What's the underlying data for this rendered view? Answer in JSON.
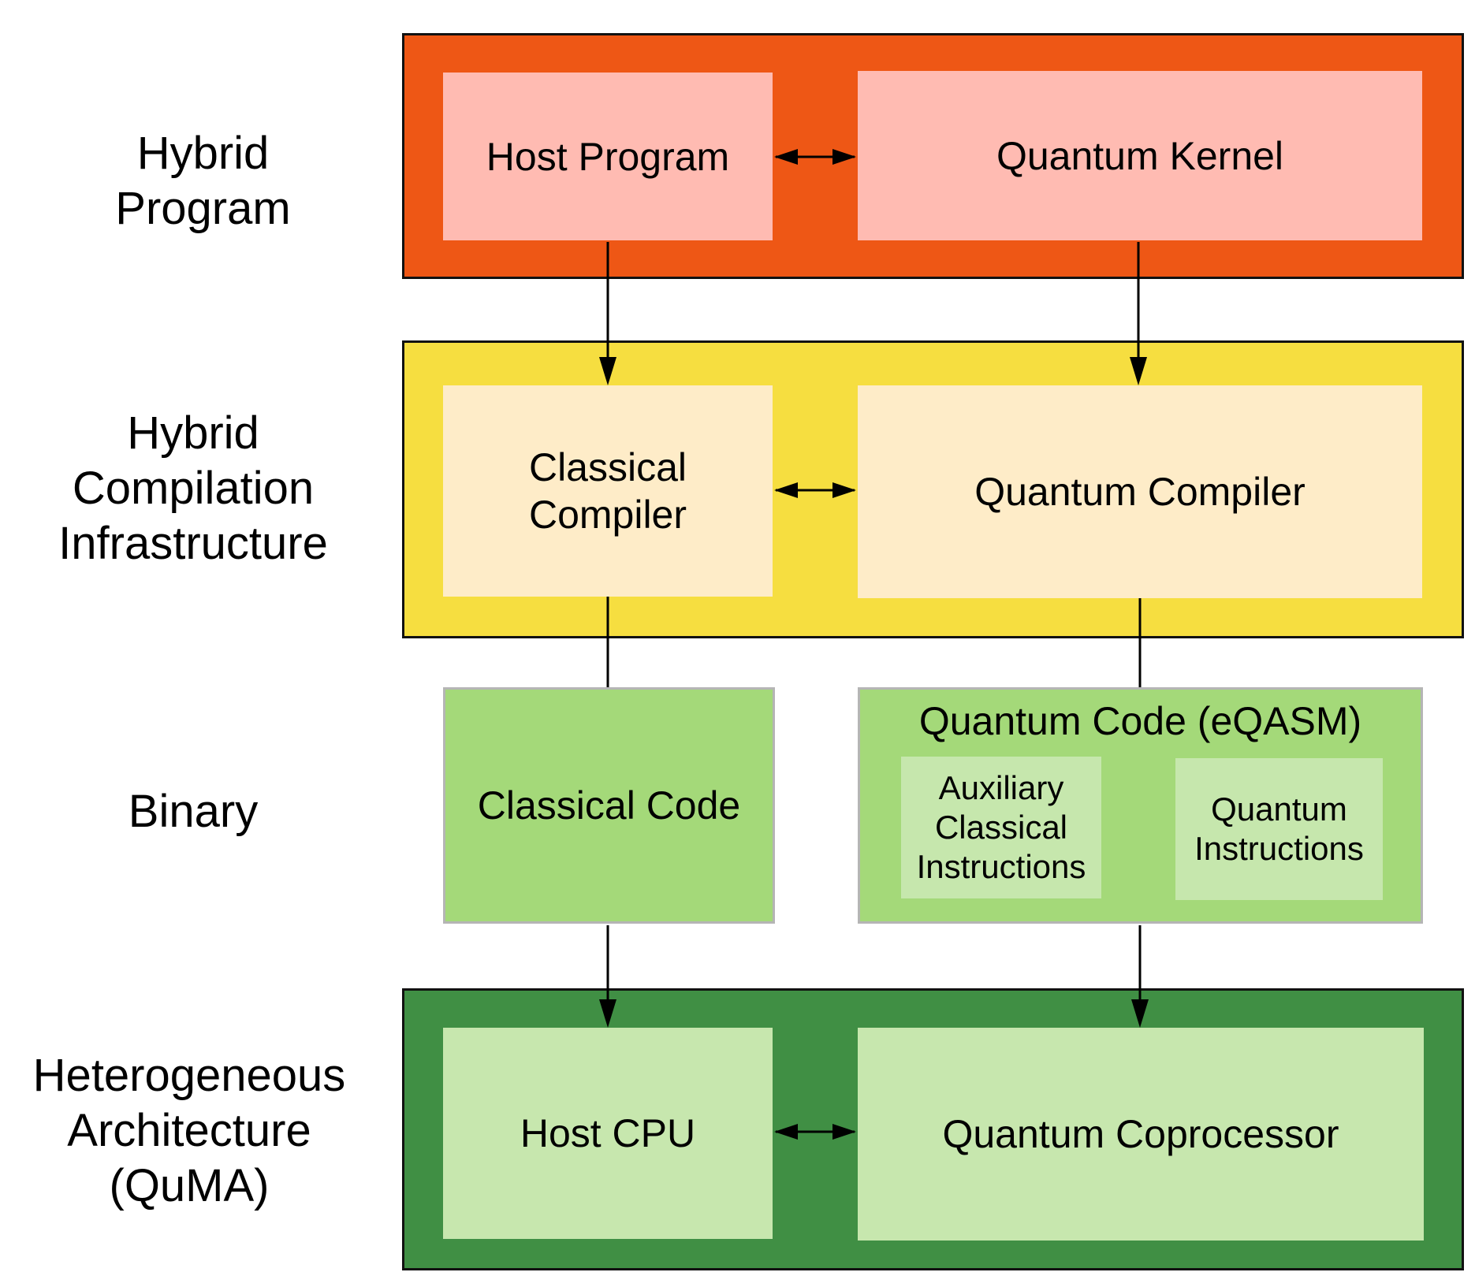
{
  "layer_labels": {
    "hybrid_program": [
      "Hybrid",
      "Program"
    ],
    "compilation": [
      "Hybrid",
      "Compilation",
      "Infrastructure"
    ],
    "binary": [
      "Binary"
    ],
    "architecture": [
      "Heterogeneous",
      "Architecture",
      "(QuMA)"
    ]
  },
  "hybrid_program": {
    "host_program": "Host Program",
    "quantum_kernel": "Quantum Kernel"
  },
  "compilation": {
    "classical_compiler": [
      "Classical",
      "Compiler"
    ],
    "quantum_compiler": "Quantum Compiler"
  },
  "binary": {
    "classical_code": "Classical Code",
    "quantum_code_title": "Quantum Code (eQASM)",
    "auxiliary": [
      "Auxiliary",
      "Classical",
      "Instructions"
    ],
    "quantum_instructions": [
      "Quantum",
      "Instructions"
    ]
  },
  "architecture": {
    "host_cpu": "Host CPU",
    "quantum_coprocessor": "Quantum Coprocessor"
  },
  "colors": {
    "hybrid_program_layer": "#ee5715",
    "hybrid_program_box": "#ffbbb2",
    "compilation_layer": "#f6de40",
    "compilation_box": "#feecc8",
    "binary_box": "#a4d979",
    "binary_sub": "#c6e7ad",
    "architecture_layer": "#408f44",
    "architecture_box": "#c7e7ae"
  }
}
